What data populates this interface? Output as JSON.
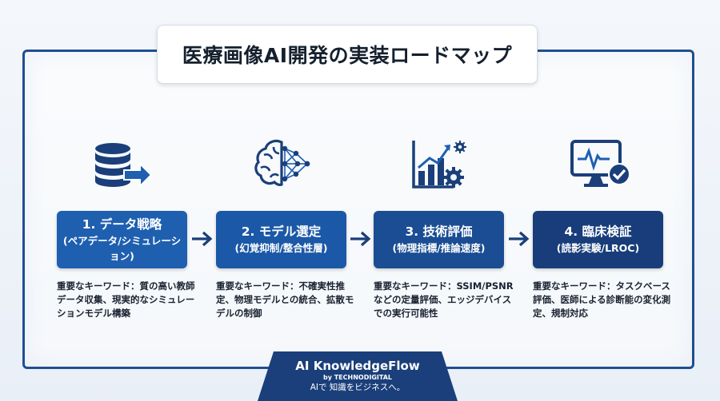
{
  "title": "医療画像AI開発の実装ロードマップ",
  "colors": {
    "frame": "#1e4f92",
    "step1": "#1f5fb0",
    "step2": "#1b58a7",
    "step3": "#1a4d93",
    "step4": "#183d7a",
    "footer": "#1a3f7a"
  },
  "steps": [
    {
      "title": "1. データ戦略",
      "subtitle": "(ペアデータ/シミュレーション)",
      "icon": "database-export-icon",
      "description": "重要なキーワード：質の高い教師データ収集、現実的なシミュレーションモデル構築"
    },
    {
      "title": "2. モデル選定",
      "subtitle": "(幻覚抑制/整合性層)",
      "icon": "brain-network-icon",
      "description": "重要なキーワード：不確実性推定、物理モデルとの統合、拡散モデルの制御"
    },
    {
      "title": "3. 技術評価",
      "subtitle": "(物理指標/推論速度)",
      "icon": "chart-gear-icon",
      "description": "重要なキーワード：SSIM/PSNRなどの定量評価、エッジデバイスでの実行可能性"
    },
    {
      "title": "4. 臨床検証",
      "subtitle": "(読影実験/LROC)",
      "icon": "monitor-check-icon",
      "description": "重要なキーワード：タスクベース評価、医師による診断能の変化測定、規制対応"
    }
  ],
  "footer": {
    "brand": "AI KnowledgeFlow",
    "by": "by TECHNODIGITAL",
    "tagline": "AIで 知識をビジネスへ。"
  }
}
